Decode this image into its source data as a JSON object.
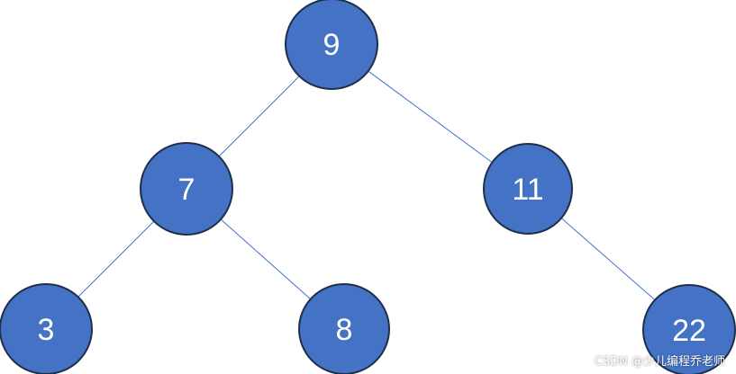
{
  "diagram": {
    "type": "binary-tree",
    "colors": {
      "node_fill": "#4472C4",
      "node_stroke": "#1F2F4A",
      "edge": "#4472C4",
      "label": "#ffffff"
    },
    "nodes": [
      {
        "id": "n9",
        "label": "9"
      },
      {
        "id": "n7",
        "label": "7"
      },
      {
        "id": "n11",
        "label": "11"
      },
      {
        "id": "n3",
        "label": "3"
      },
      {
        "id": "n8",
        "label": "8"
      },
      {
        "id": "n22",
        "label": "22"
      }
    ],
    "edges": [
      {
        "from": "n9",
        "to": "n7"
      },
      {
        "from": "n9",
        "to": "n11"
      },
      {
        "from": "n7",
        "to": "n3"
      },
      {
        "from": "n7",
        "to": "n8"
      },
      {
        "from": "n11",
        "to": "n22"
      }
    ]
  },
  "watermark": {
    "text": "CSDN @少儿编程乔老师"
  }
}
